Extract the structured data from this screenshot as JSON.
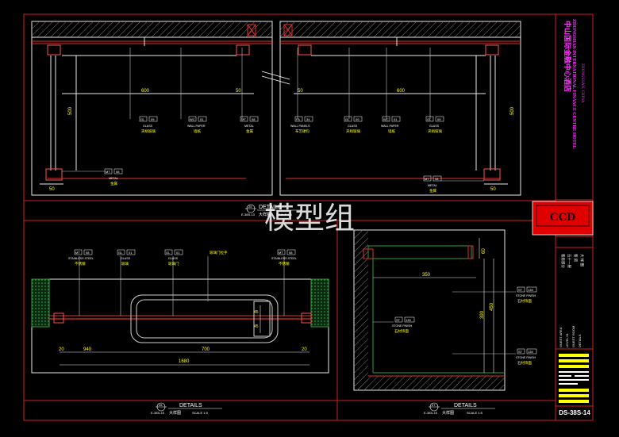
{
  "watermark": "模型组",
  "title_block": {
    "hotel_cn": "中山国际金融中心酒店",
    "hotel_en": "ZHONGSHAN INTERNATIONAL FINANCE CENTRE HOTEL",
    "location": "ZHONGSHAN, CHINA",
    "logo": "CCD",
    "area_cn": "客房部分",
    "level_cn": "五十一层",
    "room_cn": "客 房",
    "details_cn": "大 样 图",
    "area_en": "GUEST AREA",
    "level_en": "LEVEL 51",
    "room_en": "GUEST ROOM",
    "details_en": "DETAILS",
    "sheet_no": "DS-38S-14"
  },
  "panel_top_left": {
    "dim_top": "600",
    "dim_right": "50",
    "dim_vertical": "500",
    "dim_bottom": "50",
    "tags": [
      {
        "code": "GL",
        "num": "09",
        "en": "GLASS",
        "cn": "夹绢玻璃"
      },
      {
        "code": "WC",
        "num": "01",
        "en": "WALL PAPER",
        "cn": "墙纸"
      },
      {
        "code": "MT",
        "num": "08",
        "en": "METAL",
        "cn": "金属"
      },
      {
        "code": "MT",
        "num": "08",
        "en": "METAL",
        "cn": "金属"
      }
    ]
  },
  "panel_top_right": {
    "dim_left": "50",
    "dim_top": "600",
    "dim_vertical": "500",
    "dim_bottom": "50",
    "tags": [
      {
        "code": "FA",
        "num": "34",
        "en": "WALL PANELS",
        "cn": "布艺硬包"
      },
      {
        "code": "GL",
        "num": "09",
        "en": "GLASS",
        "cn": "夹绢玻璃"
      },
      {
        "code": "WC",
        "num": "01",
        "en": "WALL PAPER",
        "cn": "墙纸"
      },
      {
        "code": "GL",
        "num": "09",
        "en": "GLASS",
        "cn": "夹绢玻璃"
      },
      {
        "code": "MT",
        "num": "08",
        "en": "METAL",
        "cn": "金属"
      }
    ]
  },
  "detail_25": {
    "num": "25",
    "ref": "E-38S-13",
    "title": "DETAILS",
    "title_cn": "大样图",
    "scale": "SCALE 1:5"
  },
  "detail_26": {
    "num": "26",
    "ref": "E-38S-15",
    "title": "DETAILS",
    "title_cn": "大样图",
    "scale": "SCALE 1:5",
    "dims": {
      "a": "20",
      "b": "940",
      "c": "700",
      "d": "20",
      "total": "1680",
      "v1": "45",
      "v2": "45"
    },
    "tags": [
      {
        "code": "MT",
        "num": "08",
        "en": "STAINLESS STEEL",
        "cn": "不锈钢"
      },
      {
        "code": "GL",
        "num": "01",
        "en": "GLASS",
        "cn": "玻璃"
      },
      {
        "code": "GL",
        "num": "01",
        "en": "GLASS",
        "cn": "玻璃门"
      },
      {
        "code": "",
        "num": "",
        "en": "",
        "cn": "玻璃门拉手"
      },
      {
        "code": "MT",
        "num": "08",
        "en": "STAINLESS STEEL",
        "cn": "不锈钢"
      }
    ]
  },
  "detail_27": {
    "num": "27",
    "ref": "E-38S-15",
    "title": "DETAILS",
    "title_cn": "大样图",
    "scale": "SCALE 1:5",
    "dims": {
      "top": "60",
      "width": "350",
      "h1": "390",
      "h2": "450"
    },
    "tags": [
      {
        "code": "ST",
        "num": "139",
        "en": "STONE FINISH",
        "cn": "石材饰面"
      },
      {
        "code": "ST",
        "num": "139",
        "en": "STONE FINISH",
        "cn": "石材饰面"
      },
      {
        "code": "ST",
        "num": "139",
        "en": "STONE FINISH",
        "cn": "石材饰面"
      }
    ]
  }
}
